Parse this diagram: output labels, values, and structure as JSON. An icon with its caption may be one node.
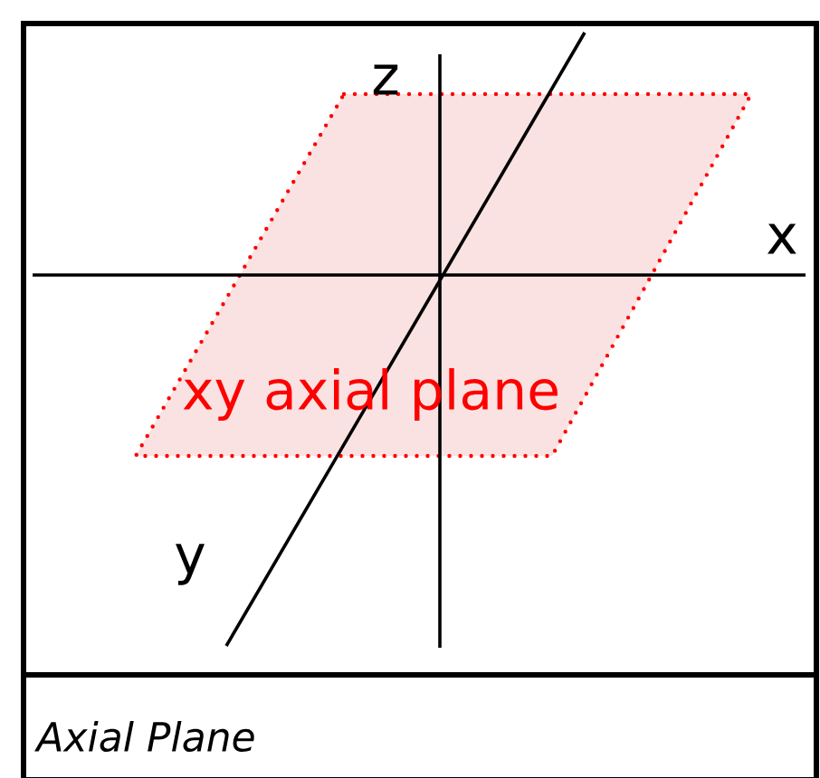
{
  "diagram": {
    "caption": "Axial Plane",
    "nodes": [
      {
        "text": [
          "xy axial plane"
        ]
      }
    ],
    "labels": [
      "z",
      "x",
      "y"
    ]
  }
}
